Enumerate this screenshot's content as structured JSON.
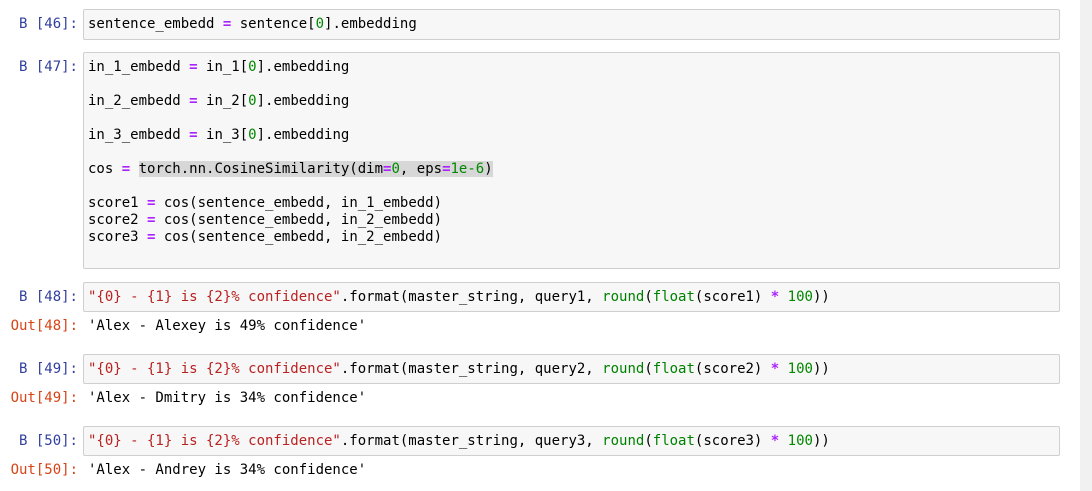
{
  "cells": {
    "c46": {
      "prompt": "В [46]:",
      "lines": [
        {
          "a": "sentence_embedd ",
          "op": "=",
          "b": " sentence[",
          "n": "0",
          "c": "].embedding"
        }
      ]
    },
    "c47": {
      "prompt": "В [47]:",
      "l1": {
        "a": "in_1_embedd ",
        "op": "=",
        "b": " in_1[",
        "n": "0",
        "c": "].embedding"
      },
      "l2": {
        "a": "in_2_embedd ",
        "op": "=",
        "b": " in_2[",
        "n": "0",
        "c": "].embedding"
      },
      "l3": {
        "a": "in_3_embedd ",
        "op": "=",
        "b": " in_3[",
        "n": "0",
        "c": "].embedding"
      },
      "l4": {
        "a": "cos ",
        "op": "=",
        "sp": " ",
        "h1": "torch.nn.CosineSimilarity(dim",
        "op2": "=",
        "n1": "0",
        "h2": ", eps",
        "op3": "=",
        "n2": "1e-6",
        "h3": ")"
      },
      "l5": {
        "a": "score1 ",
        "op": "=",
        "b": " cos(sentence_embedd, in_1_embedd)"
      },
      "l6": {
        "a": "score2 ",
        "op": "=",
        "b": " cos(sentence_embedd, in_2_embedd)"
      },
      "l7": {
        "a": "score3 ",
        "op": "=",
        "b": " cos(sentence_embedd, in_2_embedd)"
      }
    },
    "c48": {
      "prompt": "В [48]:",
      "str": "\"{0} - {1} is {2}% confidence\"",
      "mid": ".format(master_string, query1, ",
      "round": "round",
      "p1": "(",
      "float": "float",
      "arg": "(score1) ",
      "op": "*",
      "sp": " ",
      "num": "100",
      "end": "))",
      "out_prompt": "Out[48]:",
      "output": "'Alex - Alexey is 49% confidence'"
    },
    "c49": {
      "prompt": "В [49]:",
      "str": "\"{0} - {1} is {2}% confidence\"",
      "mid": ".format(master_string, query2, ",
      "round": "round",
      "p1": "(",
      "float": "float",
      "arg": "(score2) ",
      "op": "*",
      "sp": " ",
      "num": "100",
      "end": "))",
      "out_prompt": "Out[49]:",
      "output": "'Alex - Dmitry is 34% confidence'"
    },
    "c50": {
      "prompt": "В [50]:",
      "str": "\"{0} - {1} is {2}% confidence\"",
      "mid": ".format(master_string, query3, ",
      "round": "round",
      "p1": "(",
      "float": "float",
      "arg": "(score3) ",
      "op": "*",
      "sp": " ",
      "num": "100",
      "end": "))",
      "out_prompt": "Out[50]:",
      "output": "'Alex - Andrey is 34% confidence'"
    }
  },
  "colors": {
    "in_prompt": "#303f9f",
    "out_prompt": "#d84315",
    "operator": "#aa22ff",
    "number": "#008800",
    "string": "#ba2121",
    "builtin": "#008000",
    "cell_bg": "#f7f7f7",
    "cell_border": "#cfcfcf"
  }
}
